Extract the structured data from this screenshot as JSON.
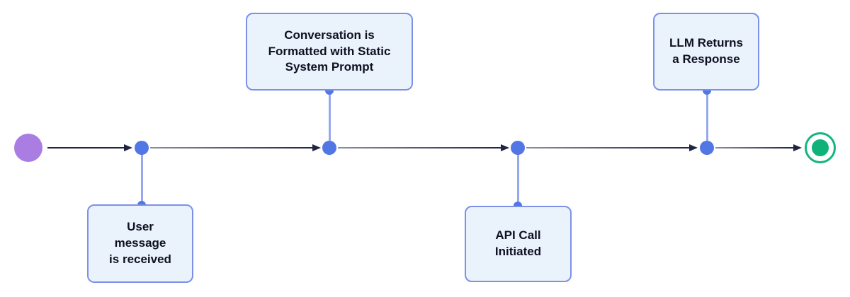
{
  "diagram": {
    "type": "flowchart-timeline",
    "start_node": {
      "name": "start",
      "shape": "circle",
      "color": "#aa7de2"
    },
    "end_node": {
      "name": "end",
      "shape": "ringed-circle",
      "color": "#13b57e"
    },
    "steps": [
      {
        "label": [
          "User",
          "message",
          "is received"
        ],
        "position": "below"
      },
      {
        "label": [
          "Conversation is",
          "Formatted with Static",
          "System Prompt"
        ],
        "position": "above"
      },
      {
        "label": [
          "API Call",
          "Initiated"
        ],
        "position": "below"
      },
      {
        "label": [
          "LLM Returns",
          "a Response"
        ],
        "position": "above"
      }
    ]
  },
  "colors": {
    "start_purple": "#aa7de2",
    "milestone_blue": "#5276e4",
    "connector_blue": "#97a9ee",
    "box_fill": "#eaf3fc",
    "box_border": "#7c90e8",
    "arrow_dark": "#212543",
    "arrow_gray": "#8e8e9c",
    "end_green": "#13b57e",
    "text": "#0f1020",
    "background": "#ffffff"
  }
}
